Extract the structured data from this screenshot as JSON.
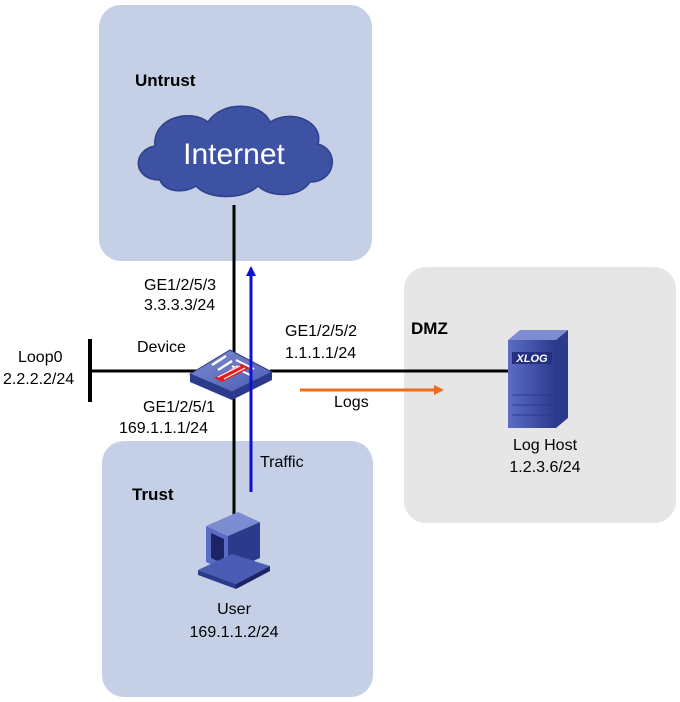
{
  "zones": {
    "untrust": "Untrust",
    "dmz": "DMZ",
    "trust": "Trust"
  },
  "cloud": {
    "label": "Internet",
    "color": "#3e52a4"
  },
  "device": {
    "label": "Device",
    "loopback_name": "Loop0",
    "loopback_ip": "2.2.2.2/24",
    "top_if_name": "GE1/2/5/3",
    "top_if_ip": "3.3.3.3/24",
    "right_if_name": "GE1/2/5/2",
    "right_if_ip": "1.1.1.1/24",
    "bottom_if_name": "GE1/2/5/1",
    "bottom_if_ip": "169.1.1.1/24"
  },
  "flows": {
    "logs": {
      "label": "Logs",
      "color": "#f06b1a"
    },
    "traffic": {
      "label": "Traffic",
      "color": "#1010d0"
    }
  },
  "log_host": {
    "badge": "XLOG",
    "name": "Log Host",
    "ip": "1.2.3.6/24"
  },
  "user": {
    "name": "User",
    "ip": "169.1.1.2/24"
  },
  "colors": {
    "zone_blue": "#c5d0e6",
    "zone_gray": "#e6e6e6",
    "equipment_blue": "#3a4aa0"
  }
}
